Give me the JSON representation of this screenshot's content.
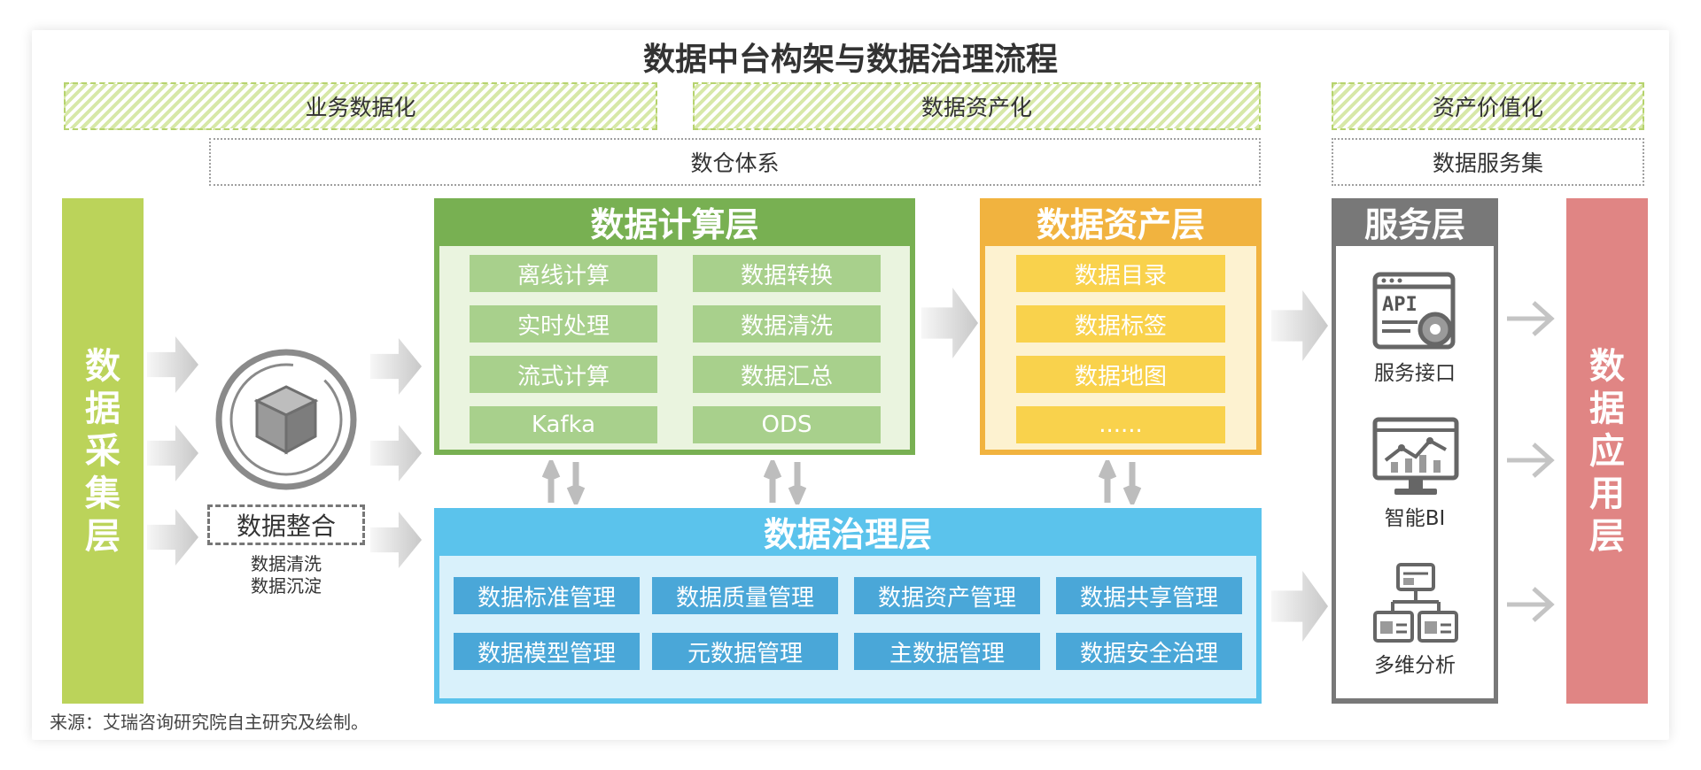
{
  "title": "数据中台构架与数据治理流程",
  "top_bands": {
    "business": "业务数据化",
    "asset": "数据资产化",
    "value": "资产价值化",
    "warehouse": "数仓体系",
    "service_set": "数据服务集"
  },
  "collection_layer": [
    "数",
    "据",
    "采",
    "集",
    "层"
  ],
  "application_layer": [
    "数",
    "据",
    "应",
    "用",
    "层"
  ],
  "integration": {
    "label": "数据整合",
    "notes": [
      "数据清洗",
      "数据沉淀"
    ]
  },
  "compute_layer": {
    "title": "数据计算层",
    "items": [
      "离线计算",
      "数据转换",
      "实时处理",
      "数据清洗",
      "流式计算",
      "数据汇总",
      "Kafka",
      "ODS"
    ]
  },
  "asset_layer": {
    "title": "数据资产层",
    "items": [
      "数据目录",
      "数据标签",
      "数据地图",
      "......"
    ]
  },
  "governance_layer": {
    "title": "数据治理层",
    "items": [
      "数据标准管理",
      "数据质量管理",
      "数据资产管理",
      "数据共享管理",
      "数据模型管理",
      "元数据管理",
      "主数据管理",
      "数据安全治理"
    ]
  },
  "service_layer": {
    "title": "服务层",
    "items": [
      {
        "label": "服务接口",
        "icon": "api-gear-icon",
        "icon_text": "API"
      },
      {
        "label": "智能BI",
        "icon": "monitor-chart-icon"
      },
      {
        "label": "多维分析",
        "icon": "hierarchy-icon"
      }
    ]
  },
  "source": "来源：艾瑞咨询研究院自主研究及绘制。",
  "colors": {
    "collection": "#bbd35a",
    "compute": "#78b052",
    "compute_cell": "#a8d08c",
    "asset": "#f1b33f",
    "asset_cell": "#f9d24c",
    "governance": "#5bc3ec",
    "governance_cell": "#4aa7d8",
    "service": "#787878",
    "application": "#e08584"
  }
}
